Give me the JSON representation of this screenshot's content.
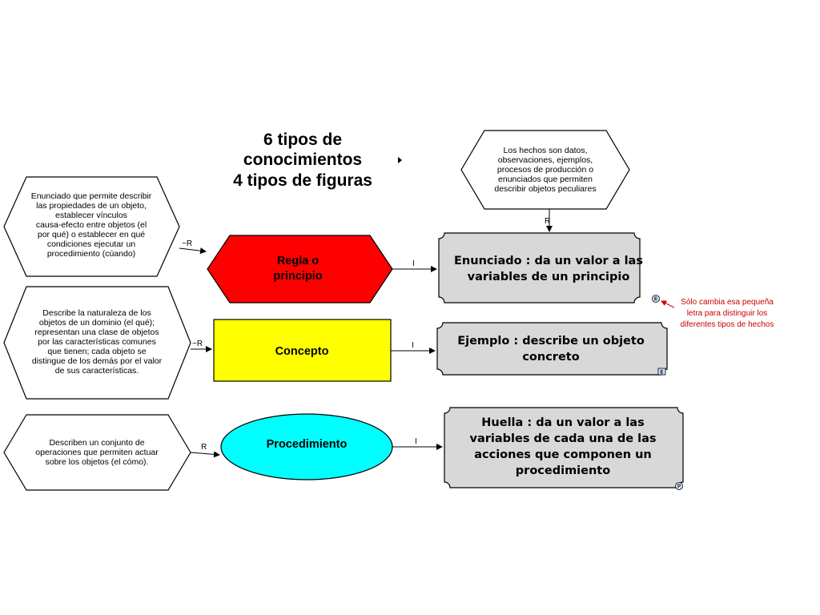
{
  "title": {
    "lines": [
      "6 tipos de",
      "conocimientos",
      "4 tipos de figuras"
    ]
  },
  "facts_note": {
    "lines": [
      "Los hechos son datos,",
      "observaciones, ejemplos,",
      "procesos de producción o",
      "enunciados que permiten",
      "describir objetos peculiares"
    ]
  },
  "rule_desc": {
    "lines": [
      "Enunciado que permite describir",
      "las propiedades de un objeto,",
      "establecer vínculos",
      "causa-efecto entre objetos (el",
      "por qué) o establecer en qué",
      "condiciones ejecutar un",
      "procedimiento (cúando)"
    ]
  },
  "concept_desc": {
    "lines": [
      "Describe la naturaleza de los",
      "objetos de un dominio (el qué);",
      "representan una clase de objetos",
      "por las características comunes",
      "que tienen; cada objeto se",
      "distingue de los demás por el valor",
      "de sus características."
    ]
  },
  "procedure_desc": {
    "lines": [
      "Describen un conjunto de",
      "operaciones que permiten actuar",
      "sobre los objetos (el cómo)."
    ]
  },
  "shapes": {
    "rule": {
      "lines": [
        "Regla o",
        "principio"
      ],
      "color": "#ff0000"
    },
    "concept": {
      "lines": [
        "Concepto"
      ],
      "color": "#ffff00"
    },
    "procedure": {
      "lines": [
        "Procedimiento"
      ],
      "color": "#00ffff"
    }
  },
  "facts": {
    "statement": {
      "lines": [
        "Enunciado : da un valor a las",
        "variables de un principio"
      ],
      "badge": "E"
    },
    "example": {
      "lines": [
        "Ejemplo : describe un objeto",
        "concreto"
      ],
      "badge": "E"
    },
    "trace": {
      "lines": [
        "Huella : da un valor a las",
        "variables de cada una de las",
        "acciones que componen un",
        "procedimiento"
      ],
      "badge": "P"
    }
  },
  "link_labels": {
    "rule_in": "~R",
    "concept_in": "~R",
    "procedure_in": "R",
    "facts_in": "R",
    "rule_out": "I",
    "concept_out": "I",
    "procedure_out": "I"
  },
  "red_note": {
    "lines": [
      "Sólo cambia esa pequeña",
      "letra para distinguir los",
      "diferentes tipos de hechos"
    ]
  },
  "colors": {
    "fact_fill": "#d8d8d8",
    "note_red": "#cc0000",
    "badge_fill": "#cfe3ff"
  }
}
